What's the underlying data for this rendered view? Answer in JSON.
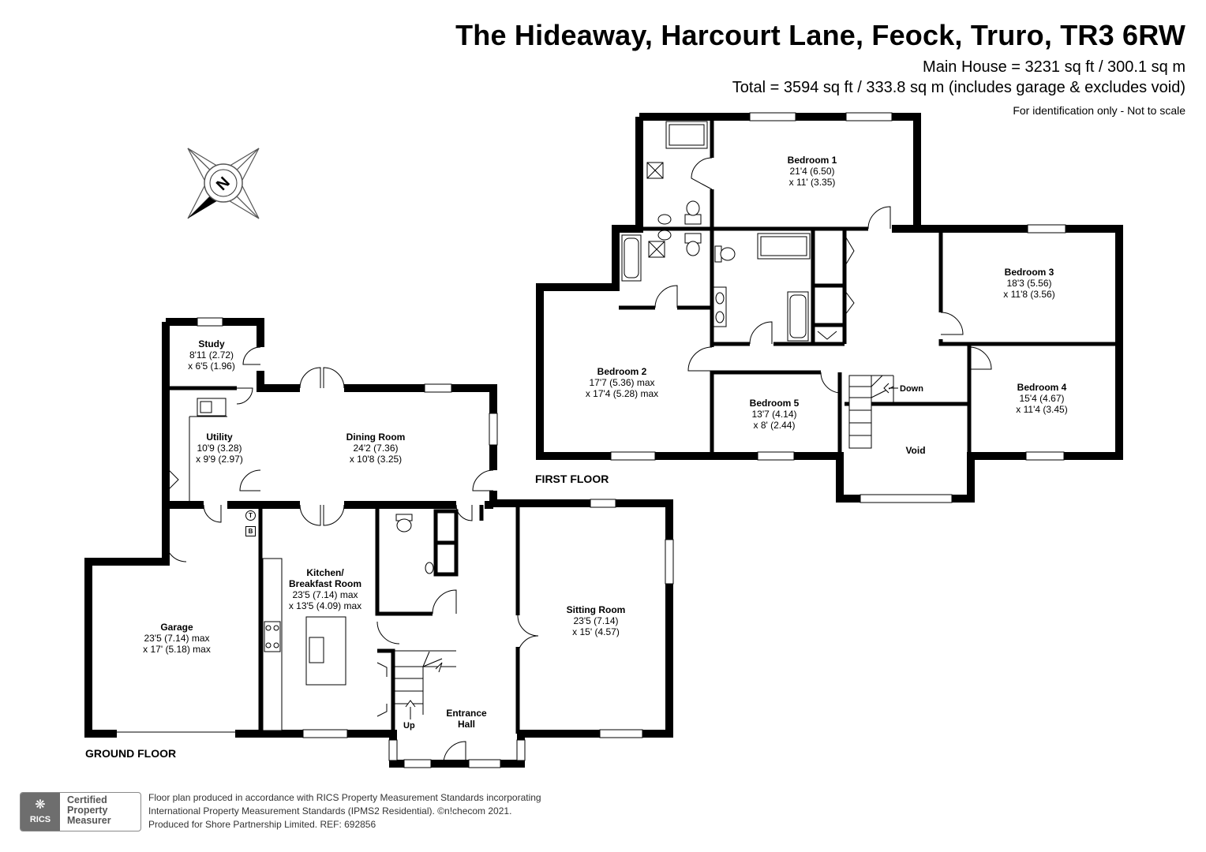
{
  "header": {
    "title": "The Hideaway, Harcourt Lane, Feock, Truro, TR3 6RW",
    "main_house": "Main House = 3231 sq ft / 300.1 sq m",
    "total": "Total = 3594 sq ft / 333.8 sq m (includes garage & excludes void)",
    "note": "For identification only - Not to scale"
  },
  "floors": {
    "ground": "GROUND FLOOR",
    "first": "FIRST FLOOR"
  },
  "compass": {
    "letter": "N"
  },
  "rooms": {
    "study": {
      "name": "Study",
      "dim1": "8'11 (2.72)",
      "dim2": "x 6'5 (1.96)"
    },
    "utility": {
      "name": "Utility",
      "dim1": "10'9 (3.28)",
      "dim2": "x 9'9 (2.97)"
    },
    "dining": {
      "name": "Dining Room",
      "dim1": "24'2 (7.36)",
      "dim2": "x 10'8 (3.25)"
    },
    "kitchen": {
      "name": "Kitchen/",
      "name2": "Breakfast Room",
      "dim1": "23'5 (7.14) max",
      "dim2": "x 13'5 (4.09) max"
    },
    "garage": {
      "name": "Garage",
      "dim1": "23'5 (7.14) max",
      "dim2": "x 17' (5.18) max"
    },
    "sitting": {
      "name": "Sitting Room",
      "dim1": "23'5 (7.14)",
      "dim2": "x 15' (4.57)"
    },
    "entrance": {
      "name": "Entrance",
      "name2": "Hall"
    },
    "bedroom1": {
      "name": "Bedroom 1",
      "dim1": "21'4 (6.50)",
      "dim2": "x 11' (3.35)"
    },
    "bedroom2": {
      "name": "Bedroom 2",
      "dim1": "17'7 (5.36) max",
      "dim2": "x 17'4 (5.28) max"
    },
    "bedroom3": {
      "name": "Bedroom 3",
      "dim1": "18'3 (5.56)",
      "dim2": "x 11'8 (3.56)"
    },
    "bedroom4": {
      "name": "Bedroom 4",
      "dim1": "15'4 (4.67)",
      "dim2": "x 11'4 (3.45)"
    },
    "bedroom5": {
      "name": "Bedroom 5",
      "dim1": "13'7 (4.14)",
      "dim2": "x 8' (2.44)"
    },
    "void": {
      "name": "Void"
    }
  },
  "labels": {
    "up": "Up",
    "down": "Down",
    "t": "T",
    "b": "B"
  },
  "badge": {
    "rics": "RICS",
    "line1": "Certified",
    "line2": "Property",
    "line3": "Measurer"
  },
  "footer": {
    "line1": "Floor plan produced in accordance with RICS Property Measurement Standards incorporating",
    "line2": "International Property Measurement Standards (IPMS2 Residential).  ©n!checom 2021.",
    "line3": "Produced for Shore Partnership Limited.   REF:  692856"
  }
}
